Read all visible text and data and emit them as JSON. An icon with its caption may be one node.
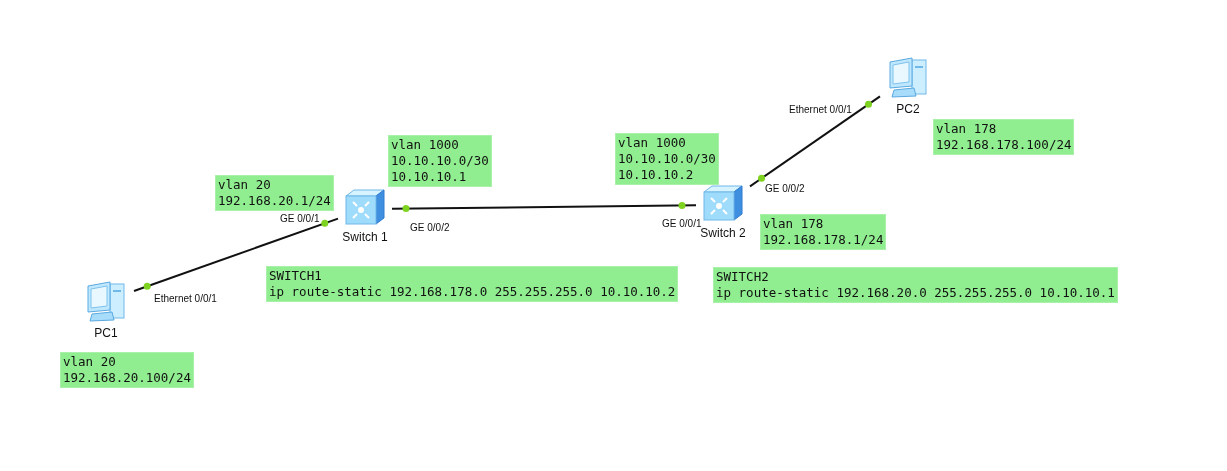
{
  "diagram": {
    "nodes": [
      {
        "text": [
          "PC1"
        ]
      },
      {
        "text": [
          "Switch 1"
        ]
      },
      {
        "text": [
          "Switch 2"
        ]
      },
      {
        "text": [
          "PC2"
        ]
      },
      {
        "text": [
          "vlan 20",
          "192.168.20.1/24"
        ]
      },
      {
        "text": [
          "vlan 1000",
          "10.10.10.0/30",
          "10.10.10.1"
        ]
      },
      {
        "text": [
          "vlan 1000",
          "10.10.10.0/30",
          "10.10.10.2"
        ]
      },
      {
        "text": [
          "vlan 178",
          "192.168.178.100/24"
        ]
      },
      {
        "text": [
          "vlan 178",
          "192.168.178.1/24"
        ]
      },
      {
        "text": [
          "SWITCH1",
          "ip route-static 192.168.178.0 255.255.255.0 10.10.10.2"
        ]
      },
      {
        "text": [
          "SWITCH2",
          "ip route-static 192.168.20.0 255.255.255.0 10.10.10.1"
        ]
      },
      {
        "text": [
          "vlan 20",
          "192.168.20.100/24"
        ]
      }
    ],
    "edges": [
      {
        "from": 0,
        "to": 1,
        "arrow": "none"
      },
      {
        "from": 1,
        "to": 2,
        "arrow": "none"
      },
      {
        "from": 2,
        "to": 3,
        "arrow": "none"
      }
    ],
    "labels": [
      "Ethernet 0/0/1",
      "GE 0/0/2",
      "GE 0/0/1",
      "GE 0/0/1",
      "GE 0/0/2",
      "Ethernet 0/0/1"
    ]
  }
}
